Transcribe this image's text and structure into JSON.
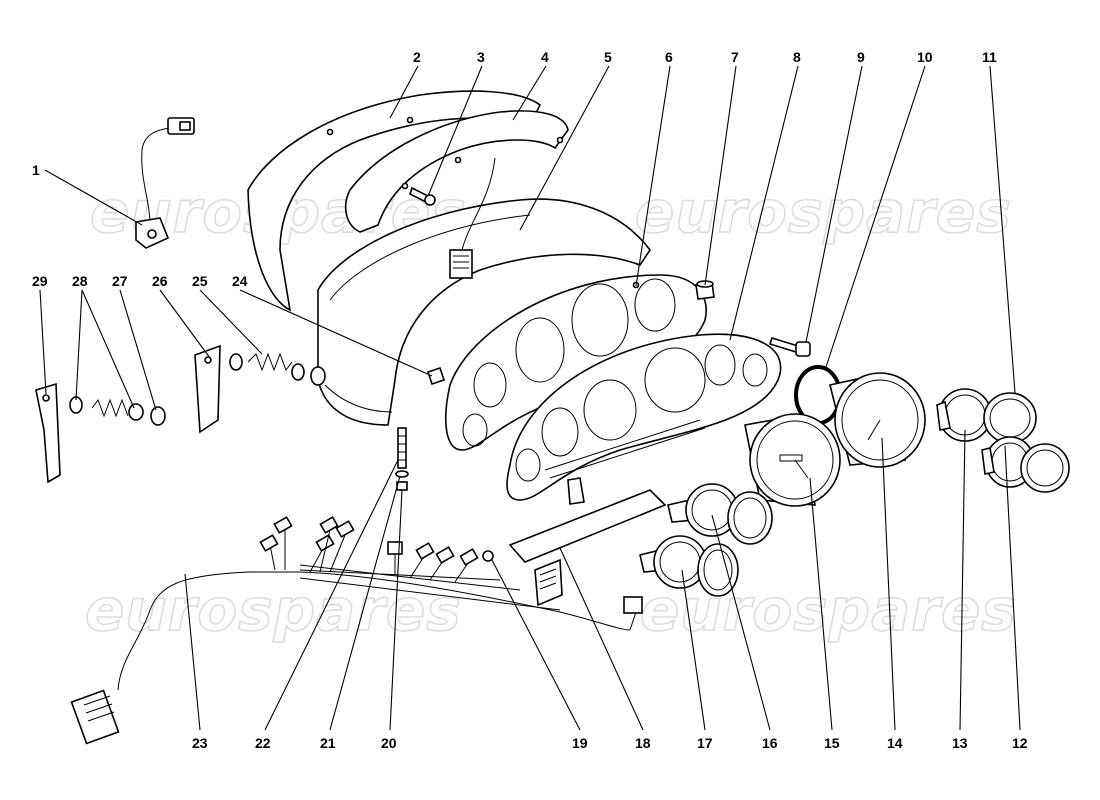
{
  "watermark": {
    "text": "eurospares"
  },
  "callouts": [
    "1",
    "2",
    "3",
    "4",
    "5",
    "6",
    "7",
    "8",
    "9",
    "10",
    "11",
    "12",
    "13",
    "14",
    "15",
    "16",
    "17",
    "18",
    "19",
    "20",
    "21",
    "22",
    "23",
    "24",
    "25",
    "26",
    "27",
    "28",
    "29"
  ]
}
